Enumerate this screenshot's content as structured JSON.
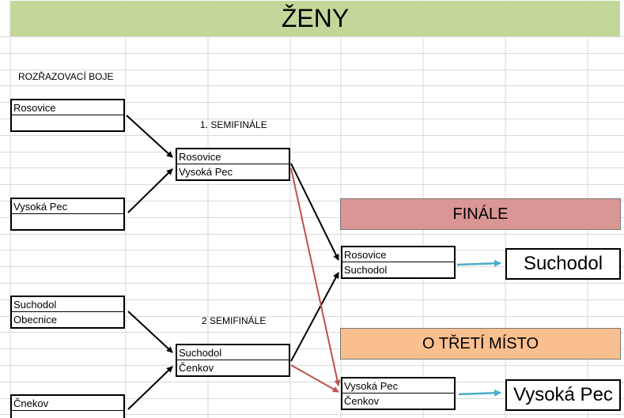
{
  "title": "ŽENY",
  "labels": {
    "qualifiers": "ROZŘAZOVACÍ BOJE",
    "semi1": "1. SEMIFINÁLE",
    "semi2": "2 SEMIFINÁLE"
  },
  "qualifier_matches": [
    {
      "top": "Rosovice",
      "bottom": ""
    },
    {
      "top": "Vysoká Pec",
      "bottom": ""
    },
    {
      "top": "Suchodol",
      "bottom": "Obecnice"
    },
    {
      "top": "Čnekov",
      "bottom": ""
    }
  ],
  "semifinals": [
    {
      "top": "Rosovice",
      "bottom": "Vysoká Pec"
    },
    {
      "top": "Suchodol",
      "bottom": "Čenkov"
    }
  ],
  "final": {
    "banner": "FINÁLE",
    "top": "Rosovice",
    "bottom": "Suchodol",
    "winner": "Suchodol"
  },
  "third_place": {
    "banner": "O TŘETÍ MÍSTO",
    "top": "Vysoká Pec",
    "bottom": "Čenkov",
    "winner": "Vysoká Pec"
  },
  "colors": {
    "title_bg": "#c4d79b",
    "final_bg": "#da9694",
    "third_bg": "#fabf8f",
    "winner_arrow": "#4bacc6",
    "loser_arrow": "#c0504d",
    "advance_arrow": "#000000",
    "gridline": "#d9d9d9"
  }
}
